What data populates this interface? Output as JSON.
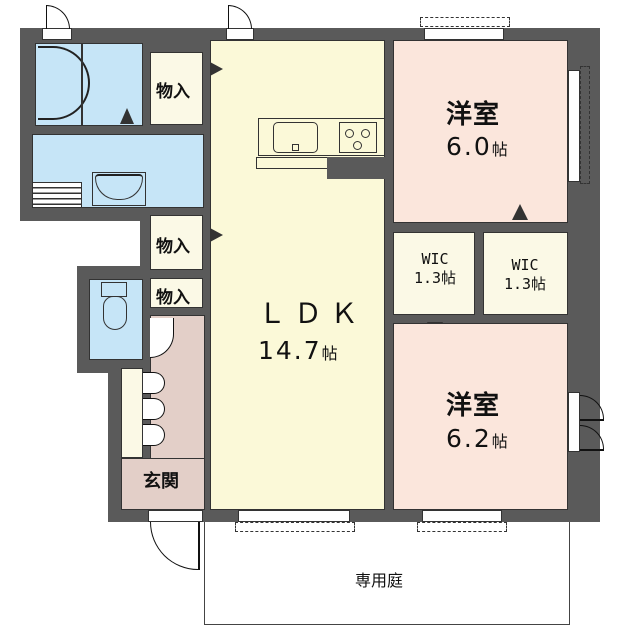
{
  "floor_plan": {
    "rooms": {
      "ldk": {
        "name": "ＬＤＫ",
        "size": "14.7",
        "unit": "帖"
      },
      "western_room_1": {
        "name": "洋室",
        "size": "6.0",
        "unit": "帖"
      },
      "western_room_2": {
        "name": "洋室",
        "size": "6.2",
        "unit": "帖"
      },
      "wic_1": {
        "name": "WIC",
        "size": "1.3",
        "unit": "帖"
      },
      "wic_2": {
        "name": "WIC",
        "size": "1.3",
        "unit": "帖"
      },
      "storage_1": {
        "name": "物入"
      },
      "storage_2": {
        "name": "物入"
      },
      "storage_3": {
        "name": "物入"
      },
      "entrance": {
        "name": "玄関"
      },
      "private_garden": {
        "name": "専用庭"
      }
    },
    "colors": {
      "wall": "#5a5a5a",
      "ldk": "#fbf9d8",
      "western_room": "#fbe6dc",
      "wet_area": "#c6e5f7",
      "storage": "#fbf9e6",
      "entrance": "#e3cfc8"
    }
  }
}
